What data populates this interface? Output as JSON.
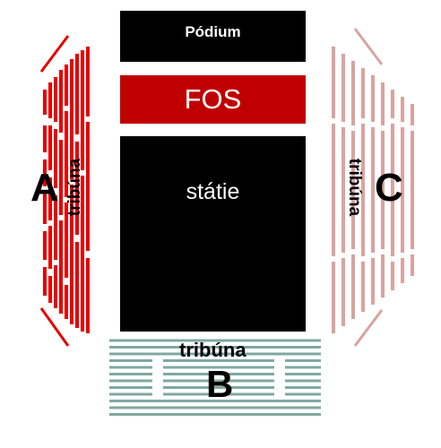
{
  "stage": {
    "label": "Pódium"
  },
  "fos": {
    "label": "FOS"
  },
  "standing": {
    "label": "státie"
  },
  "tribune_a": {
    "letter": "A",
    "label": "tribúna",
    "color": "#e60000"
  },
  "tribune_b": {
    "letter": "B",
    "label": "tribúna",
    "color": "#7fa8a2"
  },
  "tribune_c": {
    "letter": "C",
    "label": "tribúna",
    "color": "#d9a3a0"
  },
  "colors": {
    "stage": "#000000",
    "fos": "#c00000",
    "standing": "#000000"
  }
}
